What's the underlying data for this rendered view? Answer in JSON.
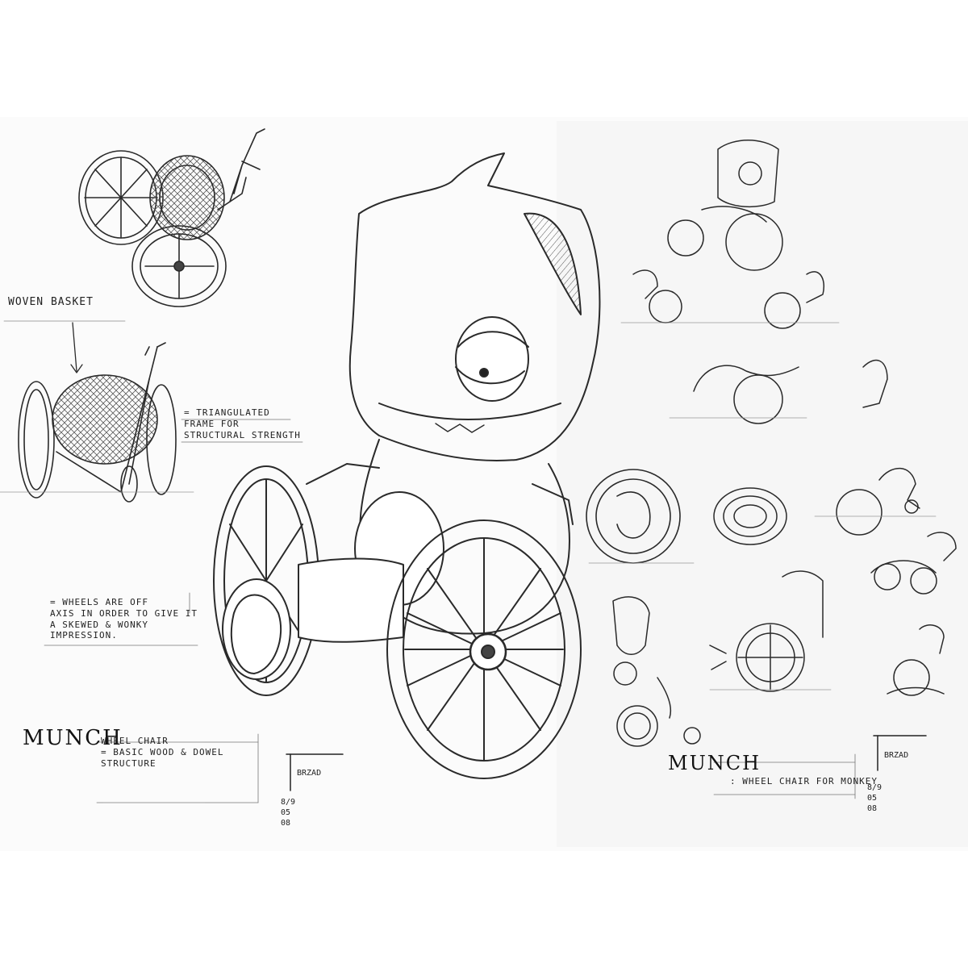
{
  "annotations": {
    "woven_basket": "WOVEN BASKET",
    "frame_note": [
      "= TRIANGULATED",
      "FRAME FOR",
      "STRUCTURAL STRENGTH"
    ],
    "wheels_note": [
      "= WHEELS ARE OFF",
      "AXIS IN ORDER TO GIVE IT",
      "A SKEWED & WONKY",
      "IMPRESSION."
    ]
  },
  "title_block_left": {
    "title": "MUNCH",
    "lines": [
      "WHEEL CHAIR",
      "= BASIC WOOD & DOWEL",
      "STRUCTURE"
    ],
    "artist": "BRZAD",
    "dates": [
      "8/9",
      "05",
      "08"
    ]
  },
  "title_block_right": {
    "title": "MUNCH",
    "line": ": WHEEL CHAIR FOR MONKEY",
    "artist": "BRZAD",
    "dates": [
      "8/9",
      "05",
      "08"
    ]
  },
  "colors": {
    "ink": "#2a2a2a",
    "paper": "#ffffff",
    "shade": "#9a9a9a"
  }
}
